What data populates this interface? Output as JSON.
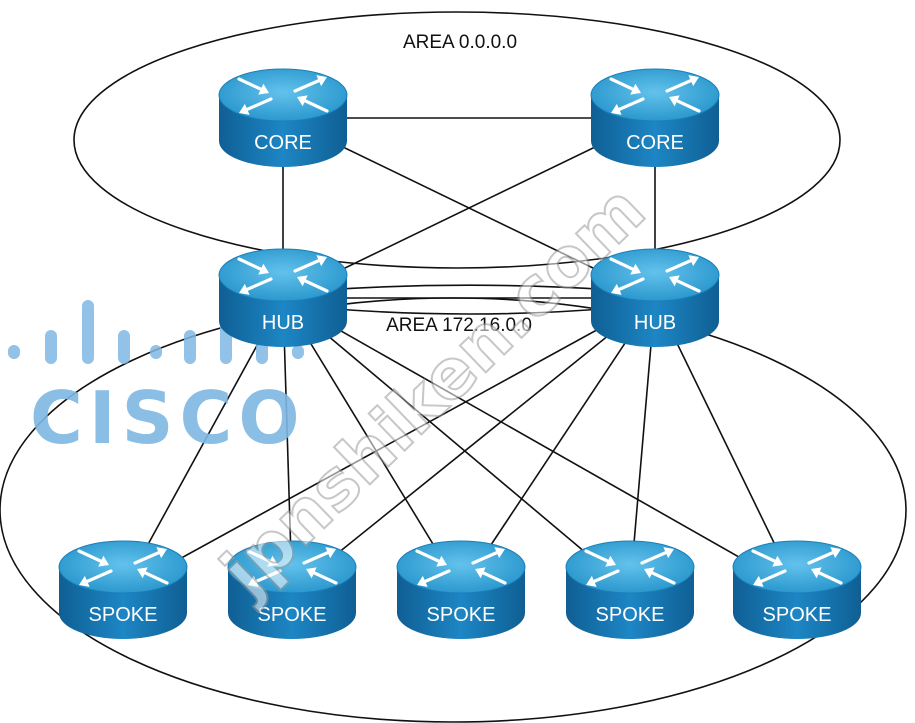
{
  "areas": [
    {
      "id": "backbone",
      "label": "AREA 0.0.0.0"
    },
    {
      "id": "stub",
      "label": "AREA 172.16.0.0"
    }
  ],
  "routers": [
    {
      "id": "core1",
      "label": "CORE"
    },
    {
      "id": "core2",
      "label": "CORE"
    },
    {
      "id": "hub1",
      "label": "HUB"
    },
    {
      "id": "hub2",
      "label": "HUB"
    },
    {
      "id": "spoke1",
      "label": "SPOKE"
    },
    {
      "id": "spoke2",
      "label": "SPOKE"
    },
    {
      "id": "spoke3",
      "label": "SPOKE"
    },
    {
      "id": "spoke4",
      "label": "SPOKE"
    },
    {
      "id": "spoke5",
      "label": "SPOKE"
    }
  ],
  "links": [
    [
      "core1",
      "core2"
    ],
    [
      "core1",
      "hub1"
    ],
    [
      "core1",
      "hub2"
    ],
    [
      "core2",
      "hub1"
    ],
    [
      "core2",
      "hub2"
    ],
    [
      "hub1",
      "hub2"
    ],
    [
      "hub1",
      "spoke1"
    ],
    [
      "hub1",
      "spoke2"
    ],
    [
      "hub1",
      "spoke3"
    ],
    [
      "hub1",
      "spoke4"
    ],
    [
      "hub1",
      "spoke5"
    ],
    [
      "hub2",
      "spoke1"
    ],
    [
      "hub2",
      "spoke2"
    ],
    [
      "hub2",
      "spoke3"
    ],
    [
      "hub2",
      "spoke4"
    ],
    [
      "hub2",
      "spoke5"
    ]
  ],
  "watermarks": {
    "brand": "CISCO",
    "site": "jpnshiken.com"
  },
  "colors": {
    "router_top": "#2f9fd3",
    "router_side": "#1677ad",
    "router_arrow": "#ffffff",
    "line": "#111111",
    "watermark": "#7fb8e3"
  }
}
